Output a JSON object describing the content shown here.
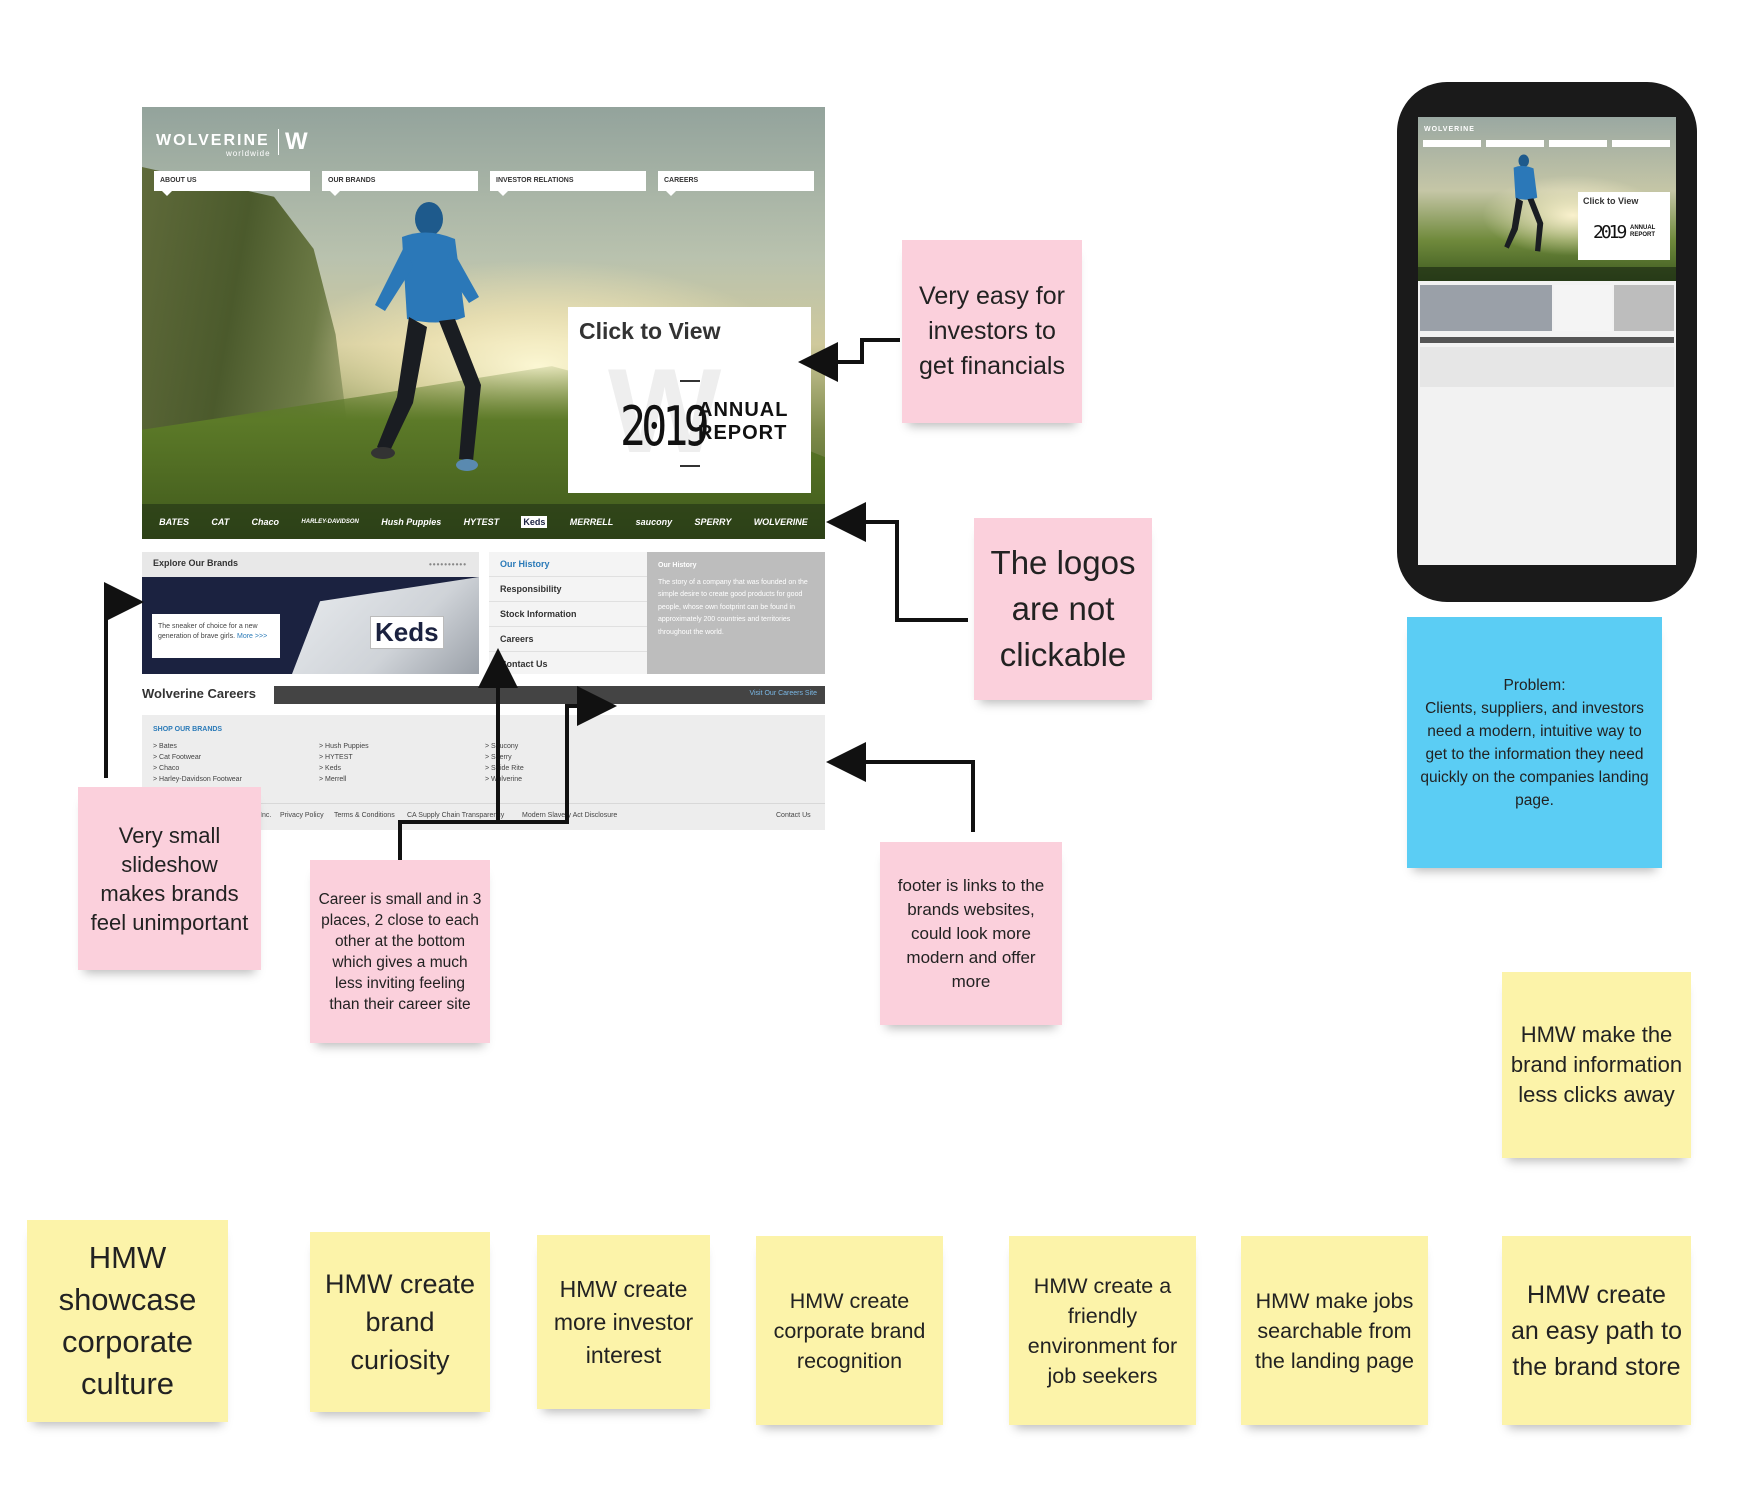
{
  "site": {
    "logo": "WOLVERINE",
    "logo_sub": "worldwide",
    "logo_mark": "W",
    "nav": [
      "ABOUT US",
      "OUR BRANDS",
      "INVESTOR RELATIONS",
      "CAREERS"
    ],
    "annual_report": {
      "cta": "Click to View",
      "year": "2019",
      "line1": "ANNUAL",
      "line2": "REPORT"
    },
    "brand_logos": [
      "BATES",
      "CAT",
      "Chaco",
      "HARLEY-DAVIDSON",
      "Hush Puppies",
      "HYTEST",
      "Keds",
      "MERRELL",
      "saucony",
      "SPERRY",
      "WOLVERINE"
    ],
    "explore": {
      "title": "Explore Our Brands",
      "dots": "••••••••••",
      "brand": "Keds",
      "tagline": "The sneaker of choice for a new generation of brave girls.",
      "more": "More >>>"
    },
    "links": [
      "Our History",
      "Responsibility",
      "Stock Information",
      "Careers",
      "Contact Us"
    ],
    "history": {
      "title": "Our History",
      "text": "The story of a company that was founded on the simple desire to create good products for good people, whose own footprint can be found in approximately 200 countries and territories throughout the world."
    },
    "careers": {
      "label": "Wolverine Careers",
      "visit": "Visit Our Careers Site"
    },
    "footer": {
      "shop": "SHOP OUR BRANDS",
      "col1": [
        "> Bates",
        "> Cat Footwear",
        "> Chaco",
        "> Harley-Davidson Footwear"
      ],
      "col2": [
        "> Hush Puppies",
        "> HYTEST",
        "> Keds",
        "> Merrell"
      ],
      "col3": [
        "> Saucony",
        "> Sperry",
        "> Stride Rite",
        "> Wolverine"
      ],
      "legal": [
        "Inc.",
        "Privacy Policy",
        "Terms & Conditions",
        "CA Supply Chain Transparency",
        "Modern Slavery Act Disclosure"
      ],
      "contact": "Contact Us"
    }
  },
  "phone": {
    "logo": "WOLVERINE",
    "cta": "Click to View",
    "year": "2019",
    "report": "ANNUAL REPORT"
  },
  "notes": {
    "investors": "Very easy for investors to get financials",
    "logos": "The logos are not clickable",
    "slideshow": "Very small slideshow makes brands feel unimportant",
    "career": "Career is small and in 3 places, 2  close to each other at the bottom which gives a much less inviting feeling than their career site",
    "footer": "footer is links to the brands websites, could look more modern and offer more",
    "problem": "Problem:\nClients, suppliers, and investors need a modern, intuitive way to get to the information they need quickly on the companies landing page.",
    "hmw_less_clicks": "HMW make the brand information less clicks away",
    "hmw_row": [
      "HMW showcase corporate culture",
      "HMW create brand curiosity",
      "HMW create more investor interest",
      "HMW create corporate brand recognition",
      "HMW create a friendly environment for job seekers",
      "HMW make jobs searchable from the landing page",
      "HMW create an easy path to the brand store"
    ]
  },
  "colors": {
    "pink": "#fbd0dc",
    "yellow": "#fcf3a9",
    "blue": "#5bcdf4",
    "link_blue": "#2a7ab8"
  }
}
